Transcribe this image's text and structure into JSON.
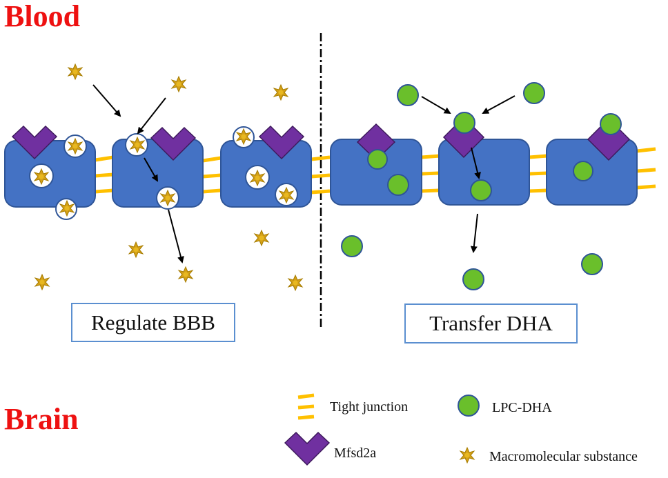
{
  "labels": {
    "blood": "Blood",
    "brain": "Brain"
  },
  "captions": {
    "left": "Regulate BBB",
    "right": "Transfer DHA"
  },
  "legend": {
    "tight_junction": "Tight junction",
    "mfsd2a": "Mfsd2a",
    "lpc_dha": "LPC-DHA",
    "macromolecular": "Macromolecular substance"
  },
  "colors": {
    "cell": "#4472c4",
    "cell_border": "#2f5597",
    "mfsd2a": "#7030a0",
    "tight_junction": "#ffc000",
    "lpc_dha": "#6abf2b",
    "macromolecule": "#d4a017",
    "label_red": "#ee1111",
    "caption_border": "#5b8fd0"
  }
}
